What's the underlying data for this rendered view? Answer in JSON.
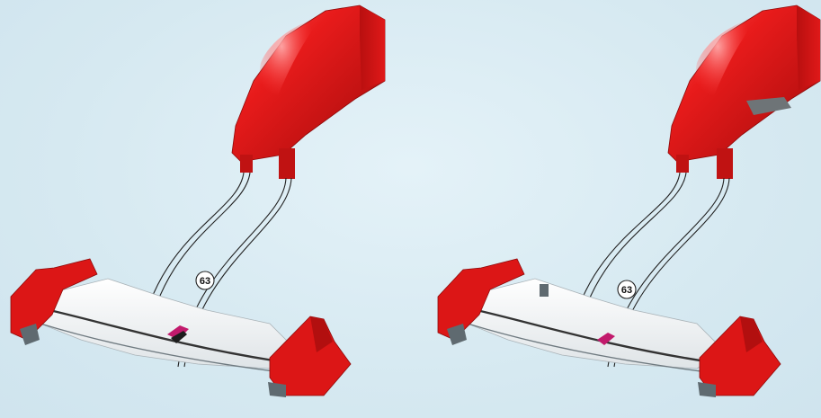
{
  "callouts": {
    "left": "63",
    "right": "63"
  },
  "colors": {
    "background": "#d9ebf2",
    "nose_red": "#e01a1a",
    "nose_shadow": "#a50d0d",
    "wing_white": "#f5f7f8",
    "endplate_red": "#d81414",
    "wire": "#222222"
  },
  "icons": {
    "left_nose": "nose-cone",
    "right_nose": "nose-cone-with-pad",
    "left_wing": "front-wing",
    "right_wing": "front-wing"
  }
}
